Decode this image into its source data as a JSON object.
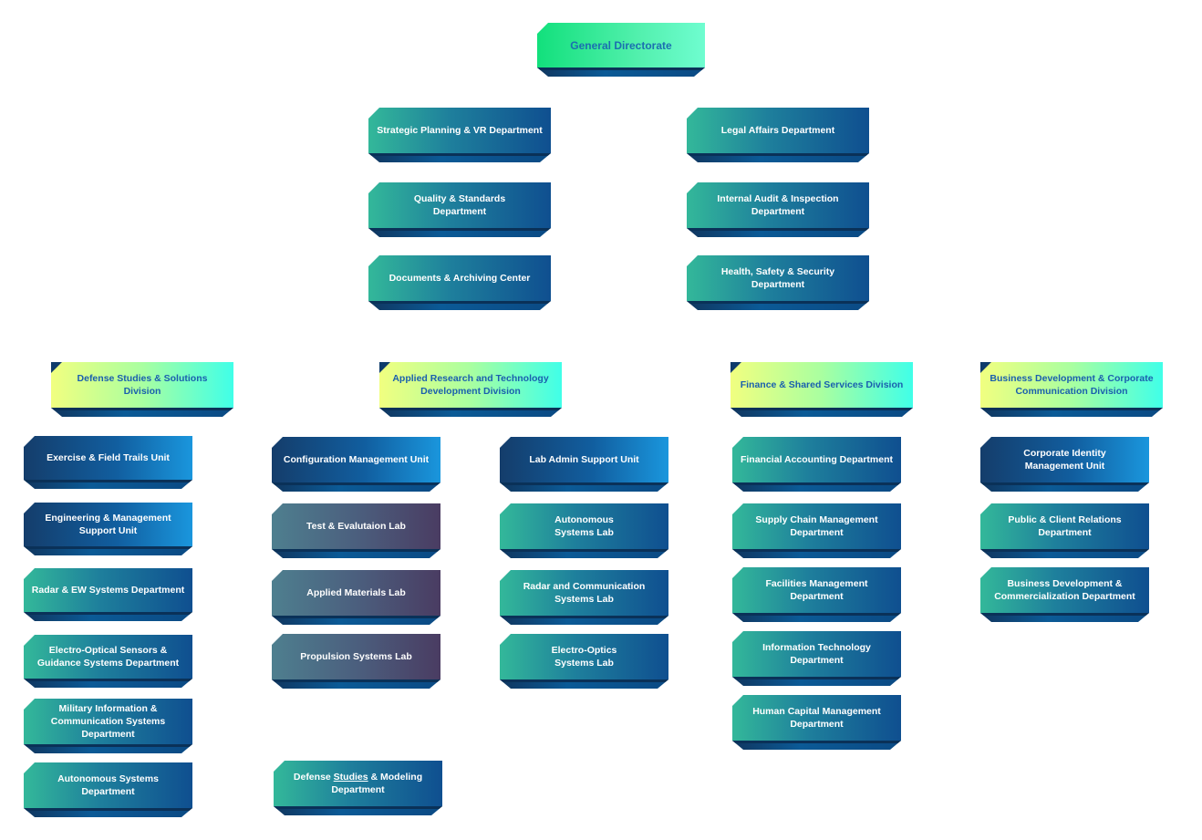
{
  "top": {
    "label": "General Directorate"
  },
  "staff_left": [
    "Strategic Planning & VR Department",
    "Quality & Standards Department",
    "Documents & Archiving Center"
  ],
  "staff_right": [
    "Legal Affairs Department",
    "Internal Audit & Inspection Department",
    "Health, Safety & Security Department"
  ],
  "divisions": [
    "Defense Studies & Solutions Division",
    "Applied Research and Technology Development Division",
    "Finance & Shared Services Division",
    "Business Development & Corporate Communication Division"
  ],
  "col1": [
    "Exercise & Field Trails Unit",
    "Engineering & Management Support Unit",
    "Radar & EW Systems Department",
    "Electro-Optical Sensors & Guidance Systems Department",
    "Military Information & Communication Systems Department",
    "Autonomous Systems Department"
  ],
  "col2": [
    "Configuration Management Unit",
    "Test & Evalutaion Lab",
    "Applied Materials Lab",
    "Propulsion Systems Lab"
  ],
  "col2_bottom": {
    "pre": "Defense ",
    "underlined": "Studies",
    "post": " & Modeling Department"
  },
  "col3": [
    "Lab Admin Support Unit",
    "Autonomous Systems Lab",
    "Radar and Communication Systems Lab",
    "Electro-Optics Systems Lab"
  ],
  "col4": [
    "Financial Accounting Department",
    "Supply Chain Management Department",
    "Facilities Management Department",
    "Information Technology Department",
    "Human Capital Management Department"
  ],
  "col5": [
    "Corporate Identity Management Unit",
    "Public & Client Relations Department",
    "Business Development & Commercialization Department"
  ]
}
